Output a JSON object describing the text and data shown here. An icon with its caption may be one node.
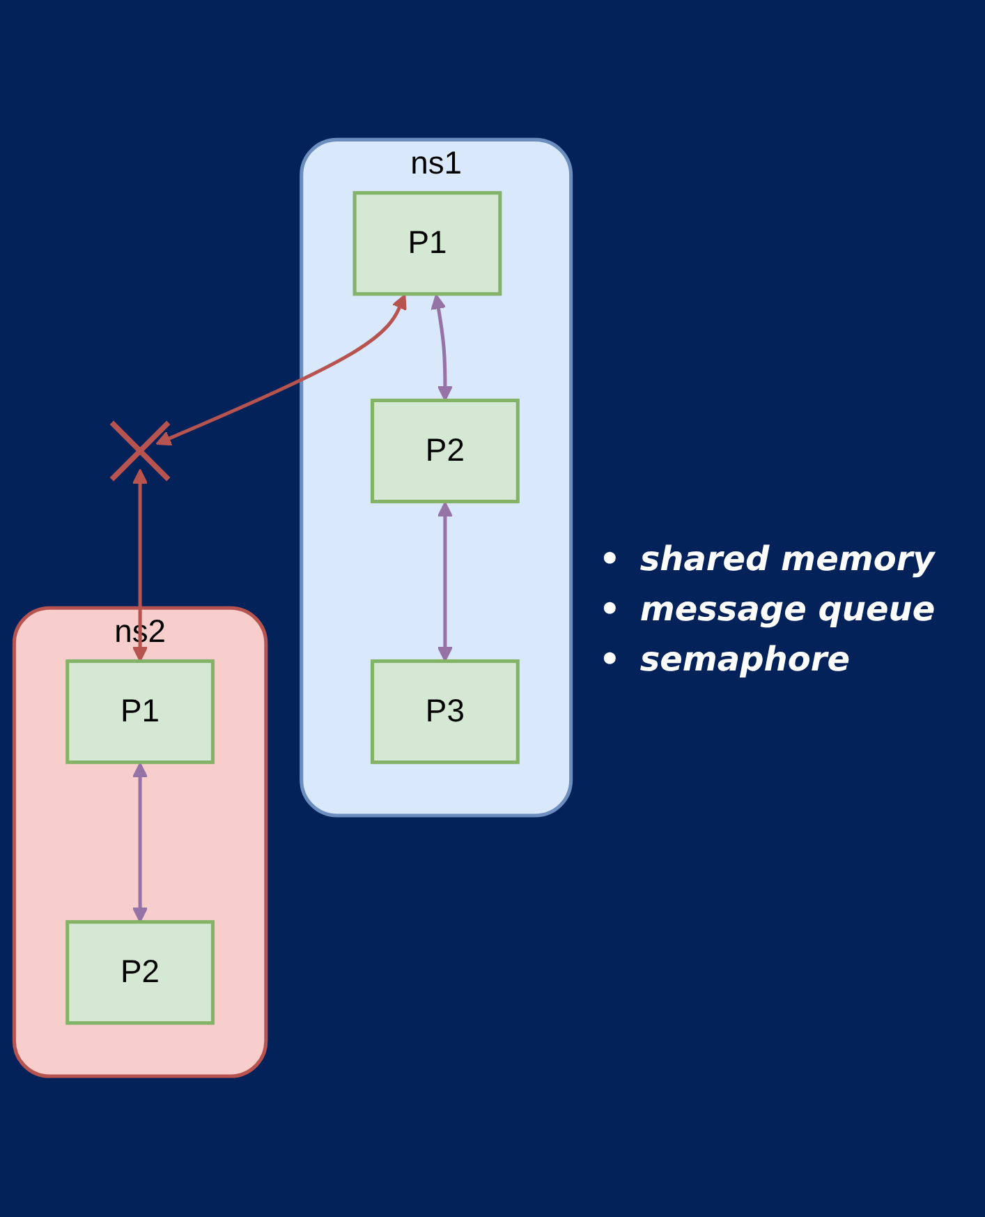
{
  "diagram": {
    "nodes": [
      {
        "text": [
          "ns1"
        ]
      },
      {
        "text": [
          "P1"
        ],
        "in": 0
      },
      {
        "text": [
          "P2"
        ],
        "in": 0
      },
      {
        "text": [
          "P3"
        ],
        "in": 0
      },
      {
        "text": [],
        "shape": "cross"
      },
      {
        "text": [
          "ns2"
        ]
      },
      {
        "text": [
          "P1"
        ],
        "in": 5
      },
      {
        "text": [
          "P2"
        ],
        "in": 5
      }
    ],
    "edges": [
      {
        "from": 1,
        "to": 2,
        "arrow": "both"
      },
      {
        "from": 2,
        "to": 3,
        "arrow": "both"
      },
      {
        "from": 1,
        "to": 4,
        "arrow": "both",
        "color": "#b85450"
      },
      {
        "from": 4,
        "to": 6,
        "arrow": "both",
        "color": "#b85450"
      },
      {
        "from": 6,
        "to": 7,
        "arrow": "both"
      }
    ],
    "labels": [
      "•",
      "shared memory",
      "•",
      "message queue",
      "•",
      "semaphore"
    ]
  }
}
